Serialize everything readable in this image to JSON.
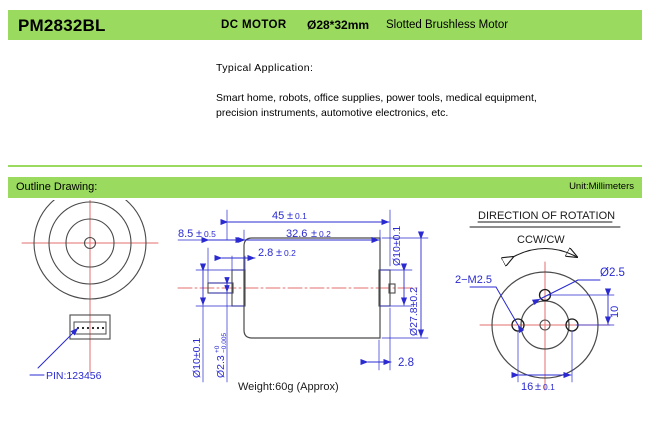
{
  "header": {
    "model": "PM2832BL",
    "motor_type": "DC  MOTOR",
    "size": "Ø28*32mm",
    "description": "Slotted Brushless Motor",
    "bar_color": "#9ada5e"
  },
  "application": {
    "title": "Typical  Application:",
    "line1": "Smart home, robots, office supplies, power tools, medical equipment,",
    "line2": "precision instruments, automotive electronics, etc."
  },
  "outline": {
    "label": "Outline Drawing:",
    "unit": "Unit:Millimeters"
  },
  "drawing": {
    "rear_view": {
      "pin_label": "PIN:123456"
    },
    "side_view": {
      "overall_length": "45±0.1",
      "body_length": "32.6±0.2",
      "shaft_length": "8.5±0.5",
      "boss_length": "2.8±0.2",
      "boss_diameter": "Ø10±0.1",
      "body_diameter": "Ø27.8±0.2",
      "rear_boss_diameter": "Ø10±0.1",
      "shaft_diameter_value": "Ø2.3",
      "shaft_tol_upper": "+0",
      "shaft_tol_lower": "−0.005",
      "rear_boss_depth": "2.8",
      "weight": "Weight:60g (Approx)"
    },
    "front_view": {
      "rotation_title": "DIRECTION OF ROTATION",
      "rotation_value": "CCW/CW",
      "screw_holes": "2−M2.5",
      "pin_hole": "Ø2.5",
      "hole_offset_vertical": "10",
      "hole_spacing": "16±0.1"
    }
  },
  "colors": {
    "accent_green": "#9ada5e",
    "dimension_blue": "#2a2ad0",
    "centerline_red": "#e36d6d",
    "outline_dark": "#4a4a4a"
  }
}
